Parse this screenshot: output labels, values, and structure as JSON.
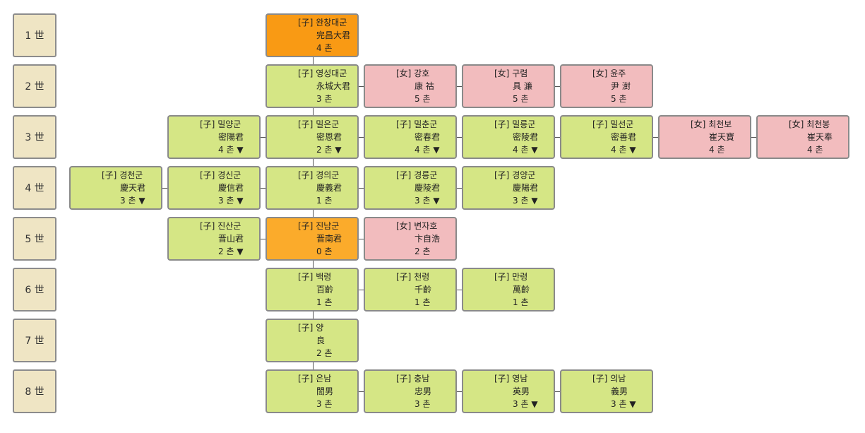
{
  "generations": [
    {
      "label": "1 世",
      "nodes": [
        {
          "col": 2,
          "kind": "self",
          "prefix": "[子]",
          "name": "완창대군",
          "hanja": "完昌大君",
          "chon": "4 촌",
          "expand": ""
        }
      ]
    },
    {
      "label": "2 世",
      "nodes": [
        {
          "col": 2,
          "kind": "son",
          "prefix": "[子]",
          "name": "영성대군",
          "hanja": "永城大君",
          "chon": "3 촌",
          "expand": ""
        },
        {
          "col": 3,
          "kind": "daughter",
          "prefix": "[女]",
          "name": "강호",
          "hanja": "康 祜",
          "chon": "5 촌",
          "expand": ""
        },
        {
          "col": 4,
          "kind": "daughter",
          "prefix": "[女]",
          "name": "구렴",
          "hanja": "具 濂",
          "chon": "5 촌",
          "expand": ""
        },
        {
          "col": 5,
          "kind": "daughter",
          "prefix": "[女]",
          "name": "윤주",
          "hanja": "尹 澍",
          "chon": "5 촌",
          "expand": ""
        }
      ]
    },
    {
      "label": "3 世",
      "nodes": [
        {
          "col": 1,
          "kind": "son",
          "prefix": "[子]",
          "name": "밀양군",
          "hanja": "密陽君",
          "chon": "4 촌",
          "expand": "▼"
        },
        {
          "col": 2,
          "kind": "son",
          "prefix": "[子]",
          "name": "밀은군",
          "hanja": "密恩君",
          "chon": "2 촌",
          "expand": "▼"
        },
        {
          "col": 3,
          "kind": "son",
          "prefix": "[子]",
          "name": "밀춘군",
          "hanja": "密春君",
          "chon": "4 촌",
          "expand": "▼"
        },
        {
          "col": 4,
          "kind": "son",
          "prefix": "[子]",
          "name": "밀릉군",
          "hanja": "密陵君",
          "chon": "4 촌",
          "expand": "▼"
        },
        {
          "col": 5,
          "kind": "son",
          "prefix": "[子]",
          "name": "밀선군",
          "hanja": "密善君",
          "chon": "4 촌",
          "expand": "▼"
        },
        {
          "col": 6,
          "kind": "daughter",
          "prefix": "[女]",
          "name": "최천보",
          "hanja": "崔天寶",
          "chon": "4 촌",
          "expand": ""
        },
        {
          "col": 7,
          "kind": "daughter",
          "prefix": "[女]",
          "name": "최천봉",
          "hanja": "崔天奉",
          "chon": "4 촌",
          "expand": ""
        }
      ]
    },
    {
      "label": "4 世",
      "nodes": [
        {
          "col": 0,
          "kind": "son",
          "prefix": "[子]",
          "name": "경천군",
          "hanja": "慶天君",
          "chon": "3 촌",
          "expand": "▼"
        },
        {
          "col": 1,
          "kind": "son",
          "prefix": "[子]",
          "name": "경신군",
          "hanja": "慶信君",
          "chon": "3 촌",
          "expand": "▼"
        },
        {
          "col": 2,
          "kind": "son",
          "prefix": "[子]",
          "name": "경의군",
          "hanja": "慶義君",
          "chon": "1 촌",
          "expand": ""
        },
        {
          "col": 3,
          "kind": "son",
          "prefix": "[子]",
          "name": "경릉군",
          "hanja": "慶陵君",
          "chon": "3 촌",
          "expand": "▼"
        },
        {
          "col": 4,
          "kind": "son",
          "prefix": "[子]",
          "name": "경양군",
          "hanja": "慶陽君",
          "chon": "3 촌",
          "expand": "▼"
        }
      ]
    },
    {
      "label": "5 世",
      "nodes": [
        {
          "col": 1,
          "kind": "son",
          "prefix": "[子]",
          "name": "진산군",
          "hanja": "晋山君",
          "chon": "2 촌",
          "expand": "▼"
        },
        {
          "col": 2,
          "kind": "parent",
          "prefix": "[子]",
          "name": "진남군",
          "hanja": "晋南君",
          "chon": "0 촌",
          "expand": ""
        },
        {
          "col": 3,
          "kind": "daughter",
          "prefix": "[女]",
          "name": "변자호",
          "hanja": "卞自浩",
          "chon": "2 촌",
          "expand": ""
        }
      ]
    },
    {
      "label": "6 世",
      "nodes": [
        {
          "col": 2,
          "kind": "son",
          "prefix": "[子]",
          "name": "백령",
          "hanja": "百齡",
          "chon": "1 촌",
          "expand": ""
        },
        {
          "col": 3,
          "kind": "son",
          "prefix": "[子]",
          "name": "천령",
          "hanja": "千齡",
          "chon": "1 촌",
          "expand": ""
        },
        {
          "col": 4,
          "kind": "son",
          "prefix": "[子]",
          "name": "만령",
          "hanja": "萬齡",
          "chon": "1 촌",
          "expand": ""
        }
      ]
    },
    {
      "label": "7 世",
      "nodes": [
        {
          "col": 2,
          "kind": "son",
          "prefix": "[子]",
          "name": "양",
          "hanja": "良",
          "chon": "2 촌",
          "expand": ""
        }
      ]
    },
    {
      "label": "8 世",
      "nodes": [
        {
          "col": 2,
          "kind": "son",
          "prefix": "[子]",
          "name": "은남",
          "hanja": "誾男",
          "chon": "3 촌",
          "expand": ""
        },
        {
          "col": 3,
          "kind": "son",
          "prefix": "[子]",
          "name": "충남",
          "hanja": "忠男",
          "chon": "3 촌",
          "expand": ""
        },
        {
          "col": 4,
          "kind": "son",
          "prefix": "[子]",
          "name": "영남",
          "hanja": "英男",
          "chon": "3 촌",
          "expand": "▼"
        },
        {
          "col": 5,
          "kind": "son",
          "prefix": "[子]",
          "name": "의남",
          "hanja": "義男",
          "chon": "3 촌",
          "expand": "▼"
        }
      ]
    }
  ]
}
